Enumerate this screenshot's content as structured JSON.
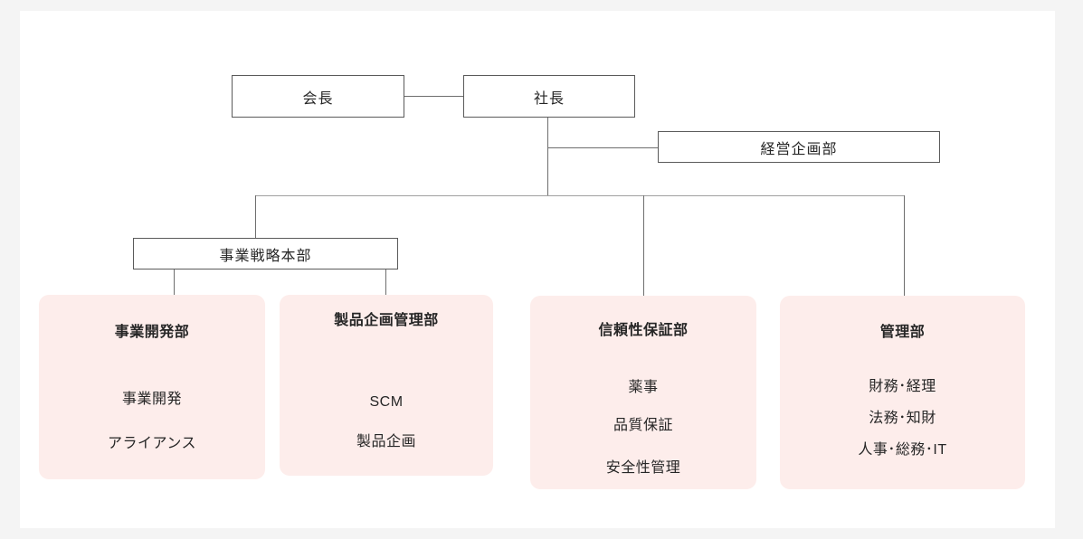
{
  "org_chart": {
    "executives": {
      "chairman": "会長",
      "president": "社長"
    },
    "staff_department": "経営企画部",
    "division": "事業戦略本部",
    "departments": [
      {
        "name": "事業開発部",
        "units": [
          "事業開発",
          "アライアンス"
        ]
      },
      {
        "name": "製品企画管理部",
        "units": [
          "SCM",
          "製品企画"
        ]
      },
      {
        "name": "信頼性保証部",
        "units": [
          "薬事",
          "品質保証",
          "安全性管理"
        ]
      },
      {
        "name": "管理部",
        "units": [
          "財務･経理",
          "法務･知財",
          "人事･総務･IT"
        ]
      }
    ]
  },
  "colors": {
    "page_background": "#f4f4f4",
    "card_background": "#ffffff",
    "department_background": "#fdedeb",
    "node_border": "#5a5a5a",
    "connector": "#6e6e6e",
    "connector_light": "#a0a0a0",
    "text": "#262626"
  }
}
